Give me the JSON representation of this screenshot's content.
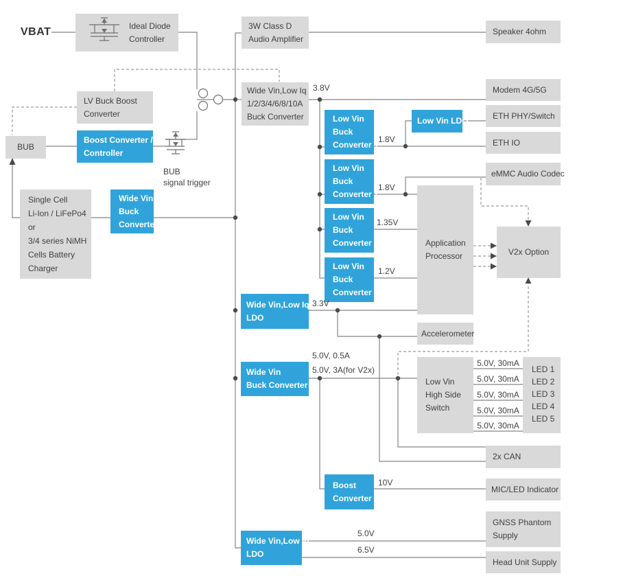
{
  "labels": {
    "vbat": "VBAT",
    "bub_trigger": "BUB\nsignal trigger"
  },
  "boxes": {
    "ideal_diode": "Ideal Diode\nController",
    "lv_buck_boost": "LV Buck Boost\nConverter",
    "bub": "BUB",
    "boost_controller": "Boost Converter /\nController",
    "battery_charger": "Single Cell\nLi-Ion / LiFePo4\nor\n3/4 series NiMH\nCells Battery\nCharger",
    "wide_vin_buck_charger": "Wide Vin\nBuck\nConverter",
    "class_d_amp": "3W Class D\nAudio Amplifier",
    "wide_vin_lowiq_buck": "Wide Vin,Low Iq\n1/2/3/4/6/8/10A\nBuck Converter",
    "wide_vin_lowiq_ldo_33": "Wide Vin,Low Iq\nLDO",
    "wide_vin_buck_5v": "Wide Vin\nBuck Converter",
    "wide_vin_lowiq_ldo_bottom": "Wide Vin,Low Iq\nLDO",
    "low_vin_buck_1": "Low Vin\nBuck\nConverter 1",
    "low_vin_buck_1b": "Low Vin\nBuck\nConverter 1",
    "low_vin_buck_2": "Low Vin\nBuck\nConverter 2",
    "low_vin_buck_3": "Low Vin\nBuck\nConverter 3",
    "boost_converter_10v": "Boost\nConverter",
    "low_vin_ldo": "Low Vin LDO",
    "application_processor": "Application\nProcessor",
    "accelerometer": "Accelerometer",
    "high_side_switch": "Low Vin\nHigh Side\nSwitch",
    "v2x_option": "V2x Option",
    "speaker": "Speaker 4ohm",
    "modem": "Modem 4G/5G",
    "eth_phy": "ETH PHY/Switch",
    "eth_io": "ETH IO",
    "emmc": "eMMC Audio Codec",
    "can": "2x CAN",
    "mic_led": "MIC/LED Indicator",
    "gnss": "GNSS Phantom\nSupply",
    "head_unit": "Head Unit Supply"
  },
  "rails": {
    "v3_8": "3.8V",
    "v1_8_a": "1.8V",
    "v1_8_b": "1.8V",
    "v1_35": "1.35V",
    "v1_2": "1.2V",
    "v3_3": "3.3V",
    "v5_05a": "5.0V, 0.5A",
    "v5_3a": "5.0V, 3A(for V2x)",
    "v10": "10V",
    "v5_gnss": "5.0V",
    "v6_5": "6.5V"
  },
  "led_rails": [
    "5.0V, 30mA",
    "5.0V, 30mA",
    "5.0V, 30mA",
    "5.0V, 30mA",
    "5.0V, 30mA"
  ],
  "leds": [
    "LED 1",
    "LED 2",
    "LED 3",
    "LED 4",
    "LED 5"
  ],
  "colors": {
    "block_blue": "#30a4da",
    "block_gray": "#d9d9d9",
    "wire_gray": "#848484",
    "dashed_gray": "#9a9a9a",
    "text_gray": "#404040"
  }
}
